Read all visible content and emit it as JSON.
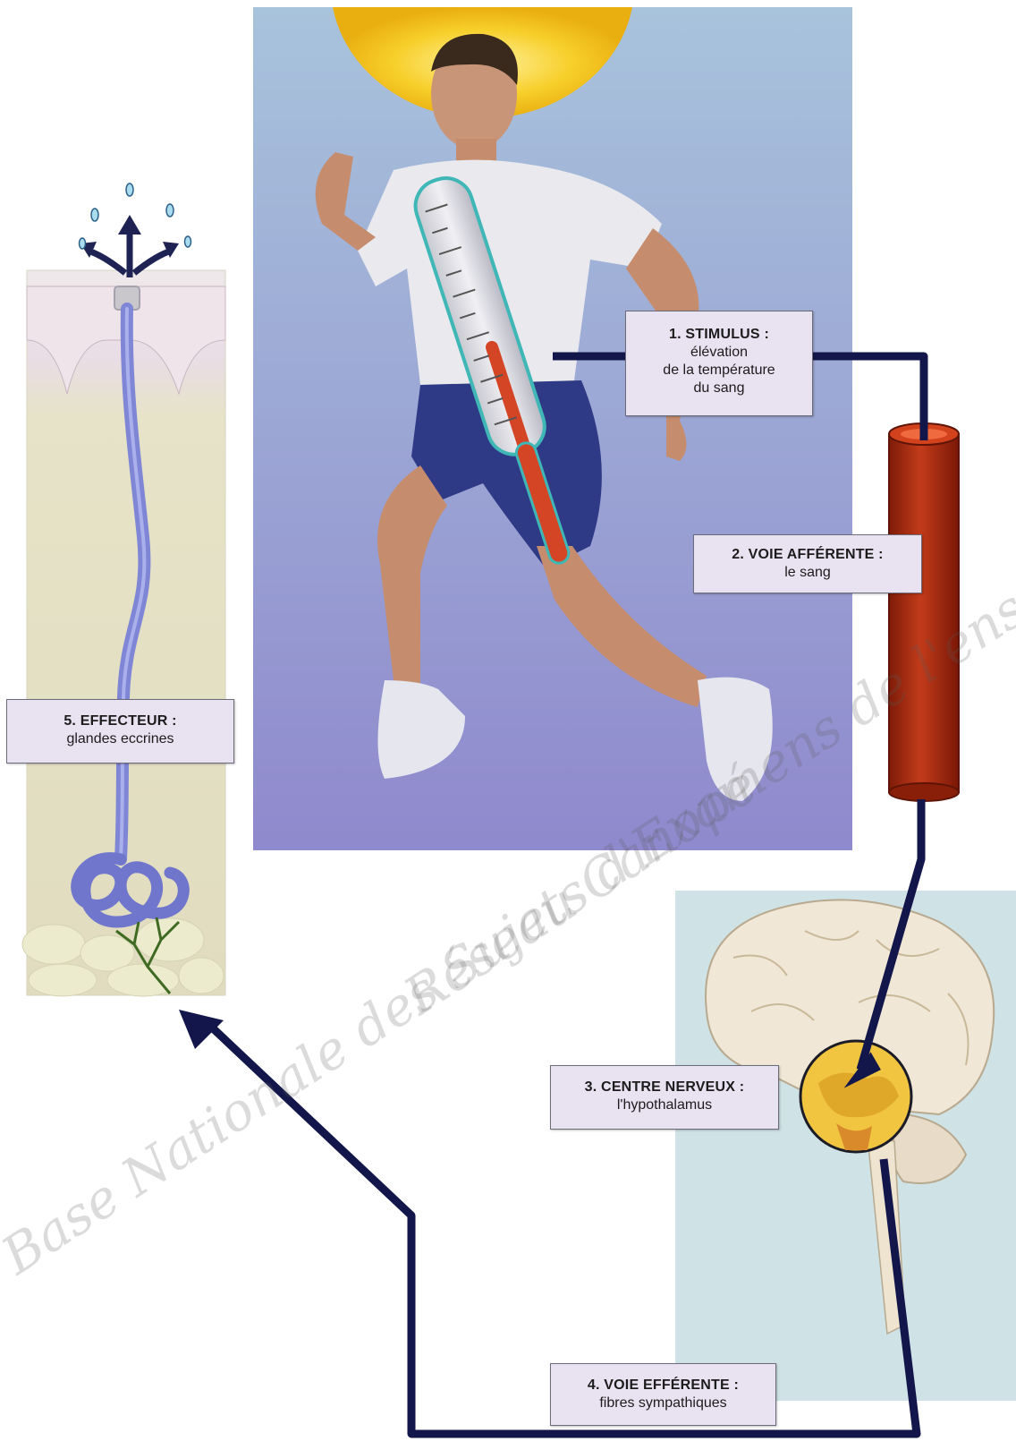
{
  "stimulus": {
    "title": "1. STIMULUS :",
    "line1": "élévation",
    "line2": "de la température",
    "line3": "du sang"
  },
  "afferent": {
    "title": "2. VOIE AFFÉRENTE :",
    "text": "le sang"
  },
  "centre": {
    "title": "3. CENTRE NERVEUX :",
    "text": "l'hypothalamus"
  },
  "efferent": {
    "title": "4. VOIE EFFÉRENTE :",
    "text": "fibres sympathiques"
  },
  "effecteur": {
    "title": "5. EFFECTEUR :",
    "text": "glandes eccrines"
  },
  "watermark": {
    "line1": "Base Nationale des Sujets d'Examens de l'enseignement professionnel",
    "line2": "Réseau Canopé"
  },
  "colors": {
    "arrow": "#12164a",
    "label_bg": "#e9e2f1",
    "blood_vessel": "#b12f14",
    "gland": "#7f86d6",
    "sun": "#f4c21a"
  }
}
